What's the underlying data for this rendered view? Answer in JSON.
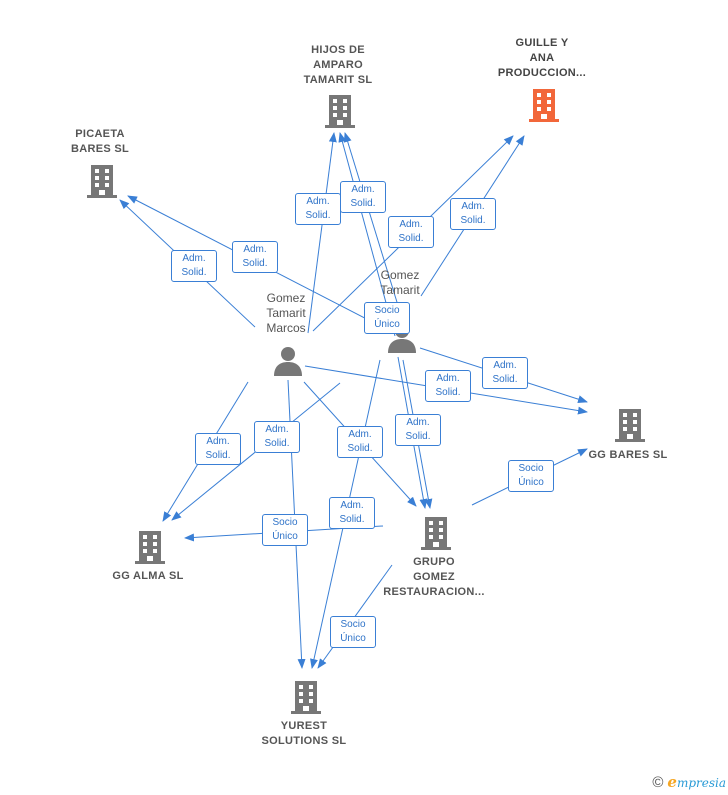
{
  "nodes": {
    "hijos": {
      "label": "HIJOS DE\nAMPARO\nTAMARIT SL",
      "color": "#777777"
    },
    "guille": {
      "label": "GUILLE Y\nANA\nPRODUCCION...",
      "color": "#f2673a"
    },
    "picaeta": {
      "label": "PICAETA\nBARES  SL",
      "color": "#777777"
    },
    "gomez_marcos": {
      "label": "Gomez\nTamarit\nMarcos",
      "color": "#777777"
    },
    "gomez_tamarit": {
      "label": "Gomez\nTamarit\n...",
      "color": "#777777"
    },
    "gg_bares": {
      "label": "GG BARES  SL",
      "color": "#777777"
    },
    "gg_alma": {
      "label": "GG ALMA  SL",
      "color": "#777777"
    },
    "grupo_gomez": {
      "label": "GRUPO\nGOMEZ\nRESTAURACION...",
      "color": "#777777"
    },
    "yurest": {
      "label": "YUREST\nSOLUTIONS  SL",
      "color": "#777777"
    }
  },
  "edge_labels": [
    {
      "id": "e1",
      "text": "Adm.\nSolid."
    },
    {
      "id": "e2",
      "text": "Adm.\nSolid."
    },
    {
      "id": "e3",
      "text": "Adm.\nSolid."
    },
    {
      "id": "e4",
      "text": "Adm.\nSolid."
    },
    {
      "id": "e5",
      "text": "Adm.\nSolid."
    },
    {
      "id": "e6",
      "text": "Adm.\nSolid."
    },
    {
      "id": "e7",
      "text": "Socio\nÚnico"
    },
    {
      "id": "e8",
      "text": "Adm.\nSolid."
    },
    {
      "id": "e9",
      "text": "Adm.\nSolid."
    },
    {
      "id": "e10",
      "text": "Adm.\nSolid."
    },
    {
      "id": "e11",
      "text": "Adm.\nSolid."
    },
    {
      "id": "e12",
      "text": "Adm.\nSolid."
    },
    {
      "id": "e13",
      "text": "Adm.\nSolid."
    },
    {
      "id": "e14",
      "text": "Socio\nÚnico"
    },
    {
      "id": "e15",
      "text": "Socio\nÚnico"
    },
    {
      "id": "e16",
      "text": "Adm.\nSolid."
    },
    {
      "id": "e17",
      "text": "Socio\nÚnico"
    }
  ],
  "footer": {
    "copyright": "©",
    "brand_initial": "e",
    "brand_rest": "mpresia"
  },
  "colors": {
    "edge": "#3a7fd5",
    "building": "#777777",
    "highlight": "#f2673a"
  }
}
